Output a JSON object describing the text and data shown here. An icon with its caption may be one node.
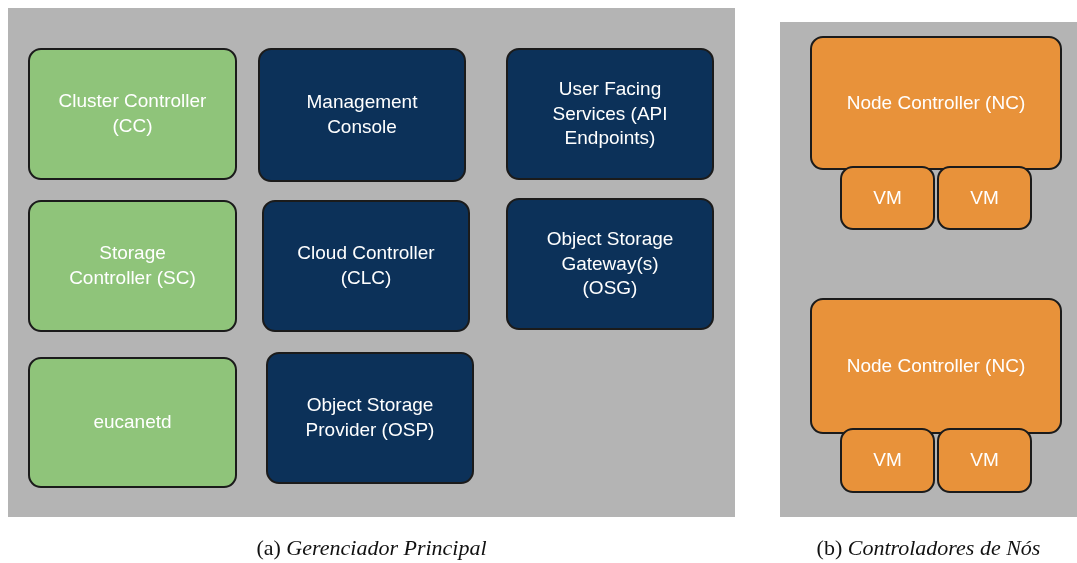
{
  "diagram": {
    "nodes": [
      {
        "text": [],
        "shape": "box",
        "beside": [
          "(a) *Gerenciador Principal*"
        ]
      },
      {
        "text": [
          "Cluster Controller (CC)"
        ],
        "in": 0
      },
      {
        "text": [
          "Management Console"
        ],
        "in": 0
      },
      {
        "text": [
          "User Facing Services (API Endpoints)"
        ],
        "in": 0
      },
      {
        "text": [
          "Storage Controller (SC)"
        ],
        "in": 0
      },
      {
        "text": [
          "Cloud Controller (CLC)"
        ],
        "in": 0
      },
      {
        "text": [
          "Object Storage Gateway(s) (OSG)"
        ],
        "in": 0
      },
      {
        "text": [
          "eucanetd"
        ],
        "in": 0
      },
      {
        "text": [
          "Object Storage Provider (OSP)"
        ],
        "in": 0
      },
      {
        "text": [],
        "shape": "box",
        "beside": [
          "(b) *Controladores de Nós*"
        ]
      },
      {
        "text": [
          "Node Controller (NC)"
        ],
        "in": 9
      },
      {
        "text": [
          "VM"
        ],
        "in": 9
      },
      {
        "text": [
          "VM"
        ],
        "in": 9
      },
      {
        "text": [
          "Node Controller (NC)"
        ],
        "in": 9
      },
      {
        "text": [
          "VM"
        ],
        "in": 9
      },
      {
        "text": [
          "VM"
        ],
        "in": 9
      }
    ]
  }
}
